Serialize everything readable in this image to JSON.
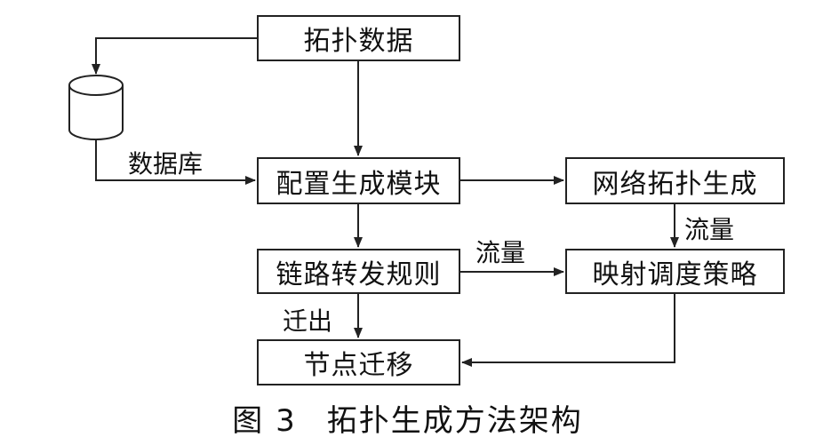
{
  "nodes": {
    "topology_data": "拓扑数据",
    "config_gen": "配置生成模块",
    "network_topo_gen": "网络拓扑生成",
    "link_forward_rules": "链路转发规则",
    "mapping_strategy": "映射调度策略",
    "node_migration": "节点迁移"
  },
  "edge_labels": {
    "database": "数据库",
    "traffic_1": "流量",
    "traffic_2": "流量",
    "migrate_out": "迁出"
  },
  "caption": {
    "figure_number": "图 3",
    "title": "拓扑生成方法架构"
  }
}
